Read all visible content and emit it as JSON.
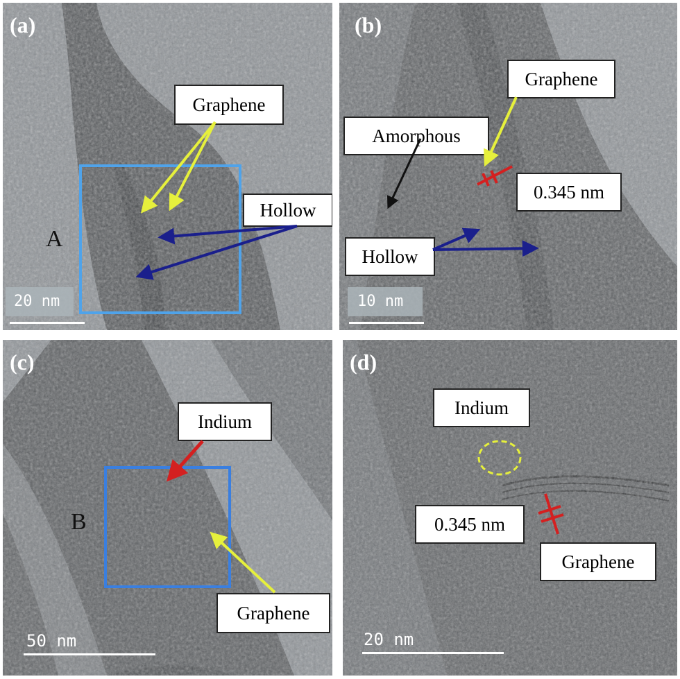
{
  "panels": {
    "a": {
      "label": "(a)",
      "scale": "20 nm",
      "region_letter": "A",
      "callouts": {
        "graphene": "Graphene",
        "hollow": "Hollow"
      }
    },
    "b": {
      "label": "(b)",
      "scale": "10 nm",
      "callouts": {
        "graphene": "Graphene",
        "amorphous": "Amorphous",
        "spacing": "0.345 nm",
        "hollow": "Hollow"
      }
    },
    "c": {
      "label": "(c)",
      "scale": "50 nm",
      "region_letter": "B",
      "callouts": {
        "indium": "Indium",
        "graphene": "Graphene"
      }
    },
    "d": {
      "label": "(d)",
      "scale": "20 nm",
      "callouts": {
        "indium": "Indium",
        "spacing": "0.345 nm",
        "graphene": "Graphene"
      }
    }
  },
  "colors": {
    "yellow_arrow": "#e6f03c",
    "blue_arrow": "#1a1f8c",
    "red_arrow": "#d42020",
    "black_arrow": "#111111",
    "box_a": "#4fa3ea",
    "box_c": "#3a7fe0"
  }
}
